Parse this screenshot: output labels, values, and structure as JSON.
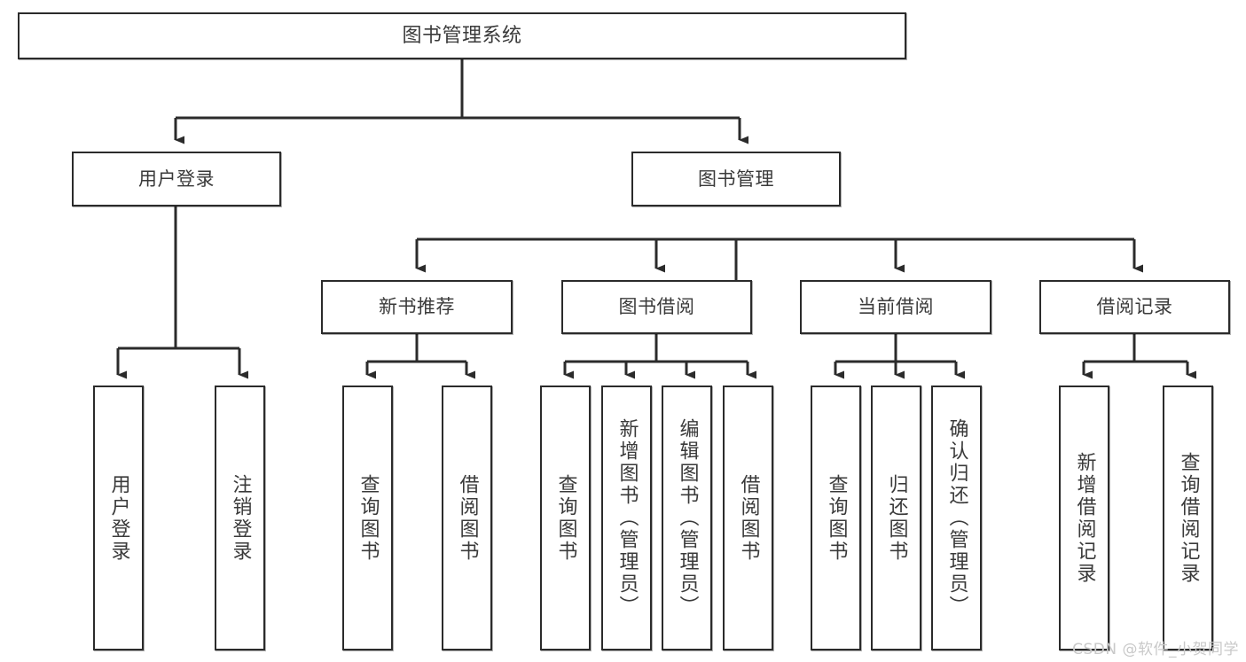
{
  "diagram": {
    "type": "tree-hierarchy",
    "title": "图书管理系统",
    "orientation": "top-down",
    "watermark": "CSDN @软件_小贺同学",
    "colors": {
      "box_stroke": "#2b2b2b",
      "box_fill": "#ffffff",
      "text": "#3a3a3a",
      "connector": "#2b2b2b",
      "watermark": "#c9c9c9",
      "background": "#ffffff"
    },
    "nodes": {
      "root": {
        "label": "图书管理系统"
      },
      "level2": [
        {
          "id": "user-login",
          "label": "用户登录"
        },
        {
          "id": "book-management",
          "label": "图书管理"
        }
      ],
      "level3": [
        {
          "id": "new-book-recommend",
          "label": "新书推荐"
        },
        {
          "id": "book-borrow",
          "label": "图书借阅"
        },
        {
          "id": "current-borrow",
          "label": "当前借阅"
        },
        {
          "id": "borrow-record",
          "label": "借阅记录"
        }
      ],
      "leaves": [
        {
          "id": "leaf-user-login",
          "label": "用户登录",
          "parent": "user-login"
        },
        {
          "id": "leaf-user-logout",
          "label": "注销登录",
          "parent": "user-login"
        },
        {
          "id": "leaf-query-book-1",
          "label": "查询图书",
          "parent": "new-book-recommend"
        },
        {
          "id": "leaf-borrow-book-1",
          "label": "借阅图书",
          "parent": "new-book-recommend"
        },
        {
          "id": "leaf-query-book-2",
          "label": "查询图书",
          "parent": "book-borrow"
        },
        {
          "id": "leaf-add-book",
          "label": "新增图书（管理员）",
          "parent": "book-borrow"
        },
        {
          "id": "leaf-edit-book",
          "label": "编辑图书（管理员）",
          "parent": "book-borrow"
        },
        {
          "id": "leaf-borrow-book-2",
          "label": "借阅图书",
          "parent": "book-borrow"
        },
        {
          "id": "leaf-query-book-3",
          "label": "查询图书",
          "parent": "current-borrow"
        },
        {
          "id": "leaf-return-book",
          "label": "归还图书",
          "parent": "current-borrow"
        },
        {
          "id": "leaf-confirm-return",
          "label": "确认归还（管理员）",
          "parent": "current-borrow"
        },
        {
          "id": "leaf-add-record",
          "label": "新增借阅记录",
          "parent": "borrow-record"
        },
        {
          "id": "leaf-query-record",
          "label": "查询借阅记录",
          "parent": "borrow-record"
        }
      ]
    }
  }
}
